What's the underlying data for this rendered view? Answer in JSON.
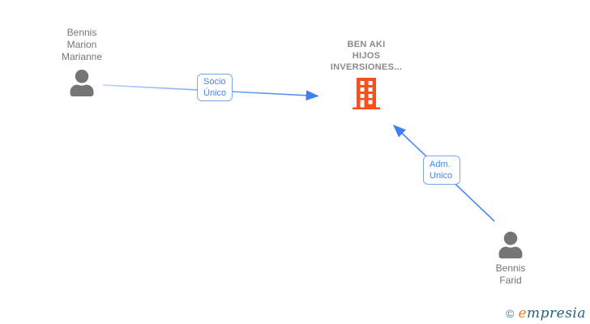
{
  "diagram": {
    "nodes": [
      {
        "id": "person-1",
        "type": "person",
        "lines": [
          "Bennis",
          "Marion",
          "Marianne"
        ]
      },
      {
        "id": "company",
        "type": "company",
        "lines": [
          "BEN AKI",
          "HIJOS",
          "INVERSIONES..."
        ]
      },
      {
        "id": "person-2",
        "type": "person",
        "lines": [
          "Bennis",
          "Farid"
        ]
      }
    ],
    "edges": [
      {
        "from": "person-1",
        "to": "company",
        "role_lines": [
          "Socio",
          "Único"
        ]
      },
      {
        "from": "person-2",
        "to": "company",
        "role_lines": [
          "Adm.",
          "Unico"
        ]
      }
    ]
  },
  "watermark": {
    "copyright_symbol": "©",
    "brand_initial": "e",
    "brand_rest": "mpresia"
  },
  "colors": {
    "person_icon": "#757575",
    "person_text": "#757575",
    "company_text": "#8a8a8a",
    "company_icon": "#f4511e",
    "edge_line": "#4285f4",
    "edge_label_text": "#4285f4",
    "edge_label_border": "#7aa6f2",
    "logo_copyright": "#2d7f99",
    "logo_initial": "#ee7d28",
    "logo_text": "#29607e"
  }
}
